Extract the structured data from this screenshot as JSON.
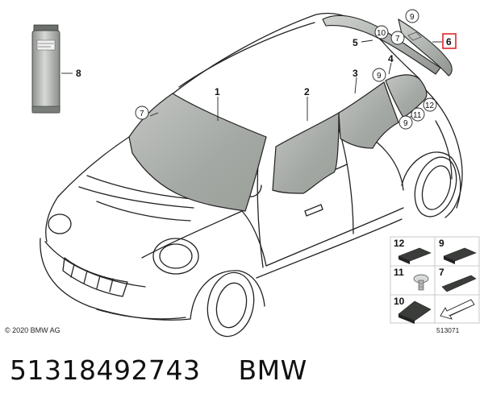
{
  "diagram": {
    "callouts": {
      "c1": "1",
      "c2": "2",
      "c3": "3",
      "c4": "4",
      "c5": "5",
      "c6": "6",
      "c7a": "7",
      "c7b": "7",
      "c8": "8",
      "c9a": "9",
      "c9b": "9",
      "c9c": "9",
      "c10": "10",
      "c11": "11",
      "c12": "12"
    },
    "legend": {
      "c12": "12",
      "c9": "9",
      "c11": "11",
      "c7": "7",
      "c10": "10"
    },
    "copyright": "© 2020 BMW AG",
    "diagram_id": "513071"
  },
  "footer": {
    "part_number": "51318492743",
    "brand": "BMW"
  },
  "colors": {
    "glass": "#a9ada9",
    "outline": "#222222",
    "highlight_box": "#e0242a"
  }
}
